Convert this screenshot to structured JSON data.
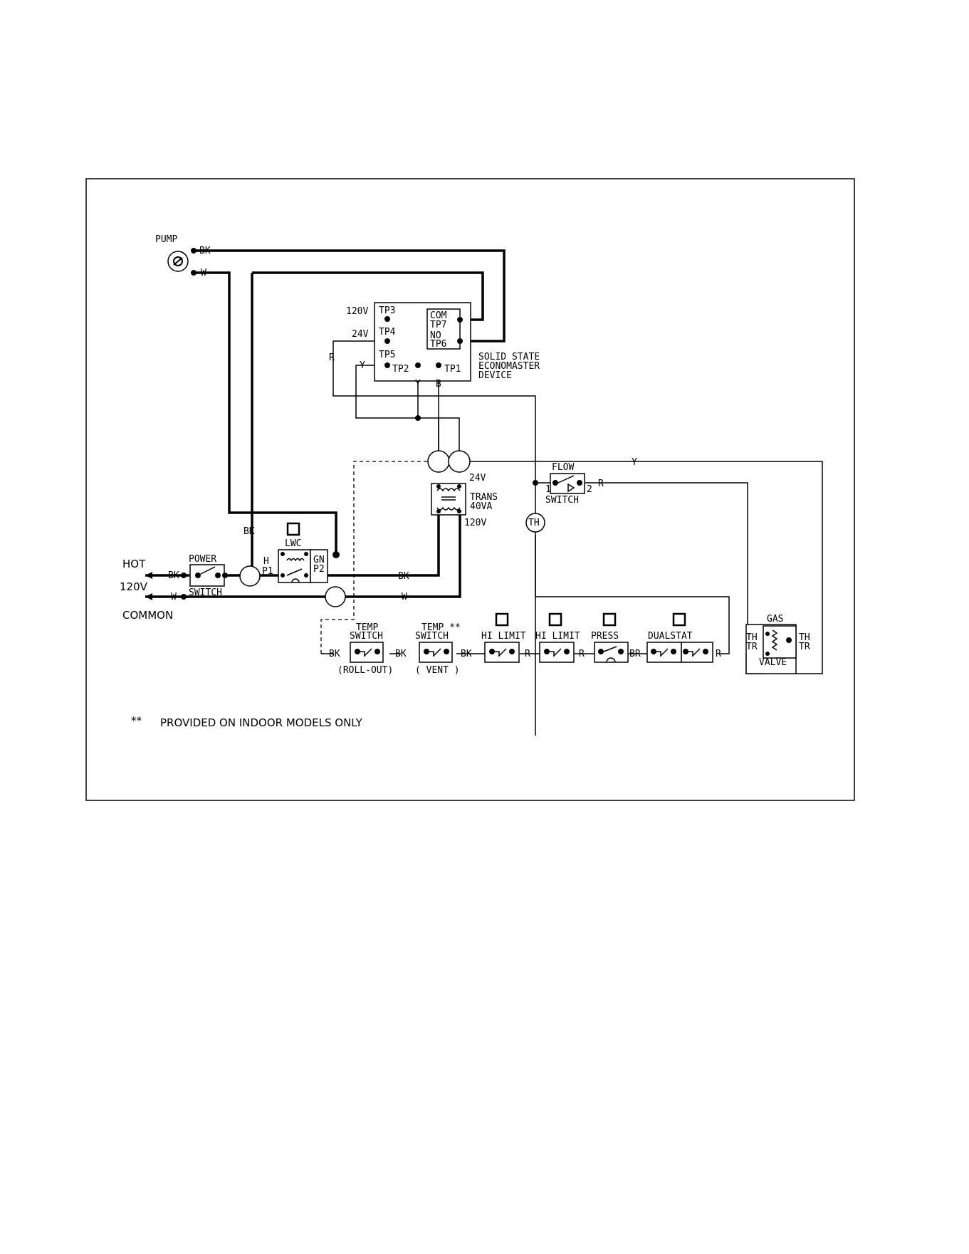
{
  "labels": {
    "pump": "PUMP",
    "bk": "BK",
    "w": "W",
    "r": "R",
    "y": "Y",
    "b": "B",
    "br": "BR",
    "v120": "120V",
    "v24": "24V",
    "tp1": "TP1",
    "tp2": "TP2",
    "tp3": "TP3",
    "tp4": "TP4",
    "tp5": "TP5",
    "tp6": "TP6",
    "tp7": "TP7",
    "com": "COM",
    "no": "NO",
    "device_l1": "SOLID STATE",
    "device_l2": "ECONOMASTER",
    "device_l3": "DEVICE",
    "trans_l1": "TRANS",
    "trans_l2": "40VA",
    "flow": "FLOW",
    "switch": "SWITCH",
    "one": "1",
    "two": "2",
    "th": "TH",
    "tr": "TR",
    "lwc": "LWC",
    "h": "H",
    "p1": "P1",
    "gn": "GN",
    "p2": "P2",
    "power": "POWER",
    "hot": "HOT",
    "common": "COMMON",
    "temp": "TEMP",
    "temp_star": "TEMP **",
    "rollout": "(ROLL-OUT)",
    "vent": "( VENT )",
    "hilimit": "HI LIMIT",
    "press": "PRESS",
    "dualstat": "DUALSTAT",
    "gas": "GAS",
    "valve": "VALVE",
    "note_star": "**",
    "note": "PROVIDED ON INDOOR MODELS ONLY"
  }
}
